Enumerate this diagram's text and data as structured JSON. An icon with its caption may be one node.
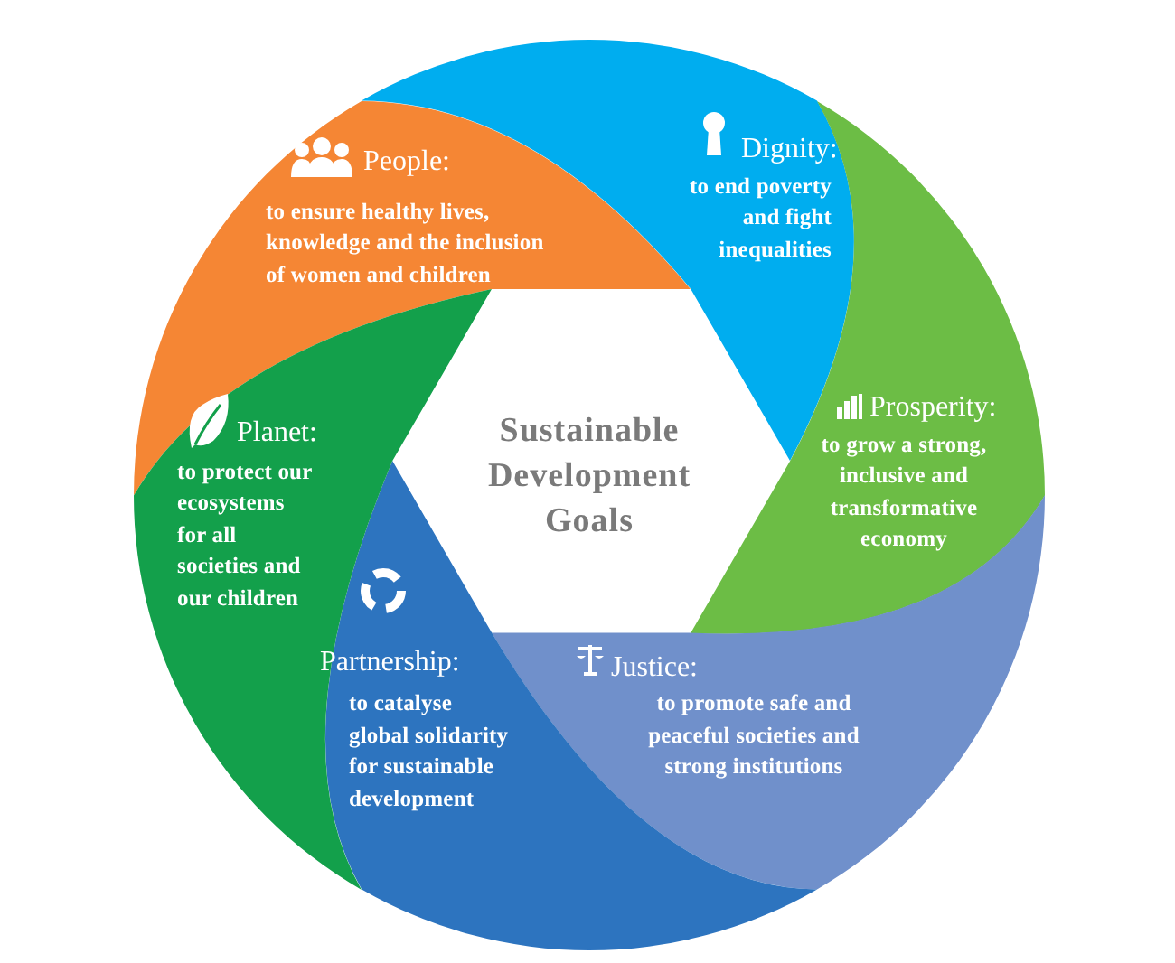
{
  "diagram": {
    "nodes": [
      {
        "text": [
          "Sustainable Development Goals"
        ]
      },
      {
        "text": [
          "People:",
          "to ensure healthy lives, knowledge and the inclusion of women and children"
        ]
      },
      {
        "text": [
          "Dignity:",
          "to end poverty and fight inequalities"
        ]
      },
      {
        "text": [
          "Prosperity:",
          "to grow a strong, inclusive and transformative economy"
        ]
      },
      {
        "text": [
          "Justice:",
          "to promote safe and peaceful societies and strong institutions"
        ]
      },
      {
        "text": [
          "Partnership:",
          "to catalyse global solidarity for sustainable development"
        ]
      },
      {
        "text": [
          "Planet:",
          "to protect our ecosystems for all societies and our children"
        ]
      }
    ]
  }
}
